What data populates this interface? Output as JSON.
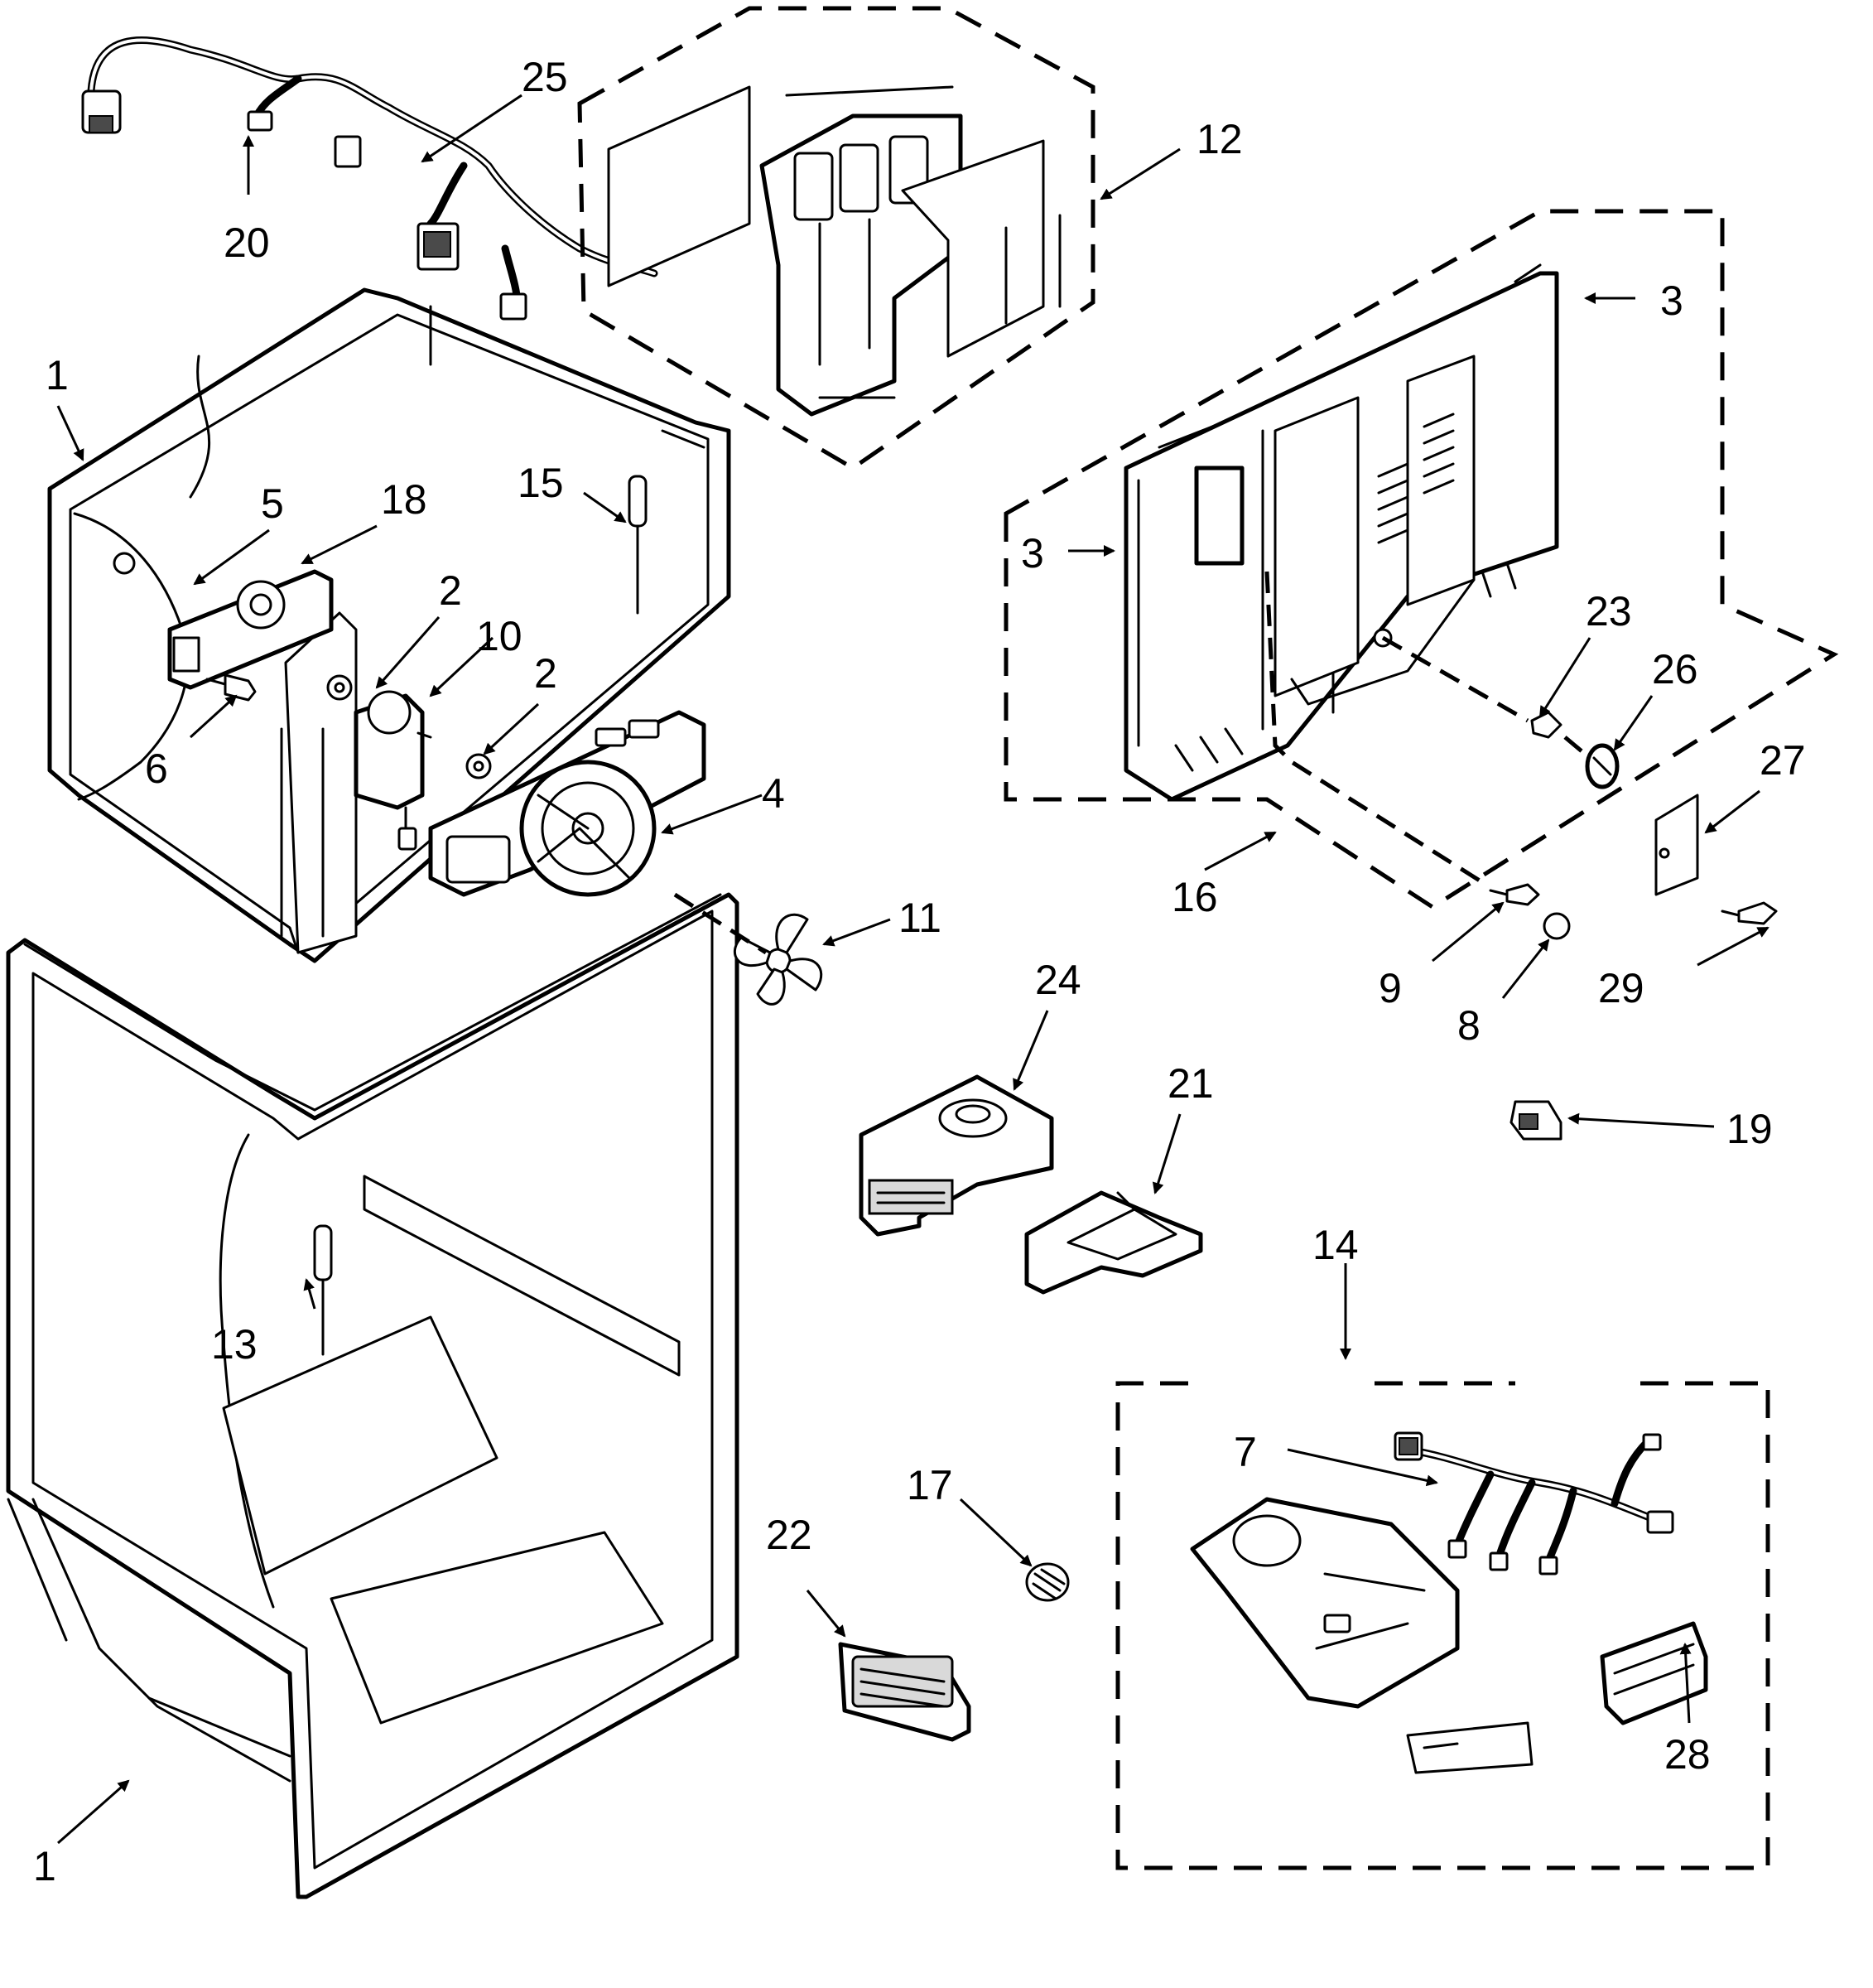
{
  "diagram": {
    "callouts": {
      "c1_top": "1",
      "c1_bottom": "1",
      "c2_a": "2",
      "c2_b": "2",
      "c3_a": "3",
      "c3_b": "3",
      "c4": "4",
      "c5": "5",
      "c6": "6",
      "c7": "7",
      "c8": "8",
      "c9": "9",
      "c10": "10",
      "c11": "11",
      "c12": "12",
      "c13": "13",
      "c14": "14",
      "c15": "15",
      "c16": "16",
      "c17": "17",
      "c18": "18",
      "c19": "19",
      "c20": "20",
      "c21": "21",
      "c22": "22",
      "c23": "23",
      "c24": "24",
      "c25": "25",
      "c26": "26",
      "c27": "27",
      "c28": "28",
      "c29": "29"
    }
  }
}
